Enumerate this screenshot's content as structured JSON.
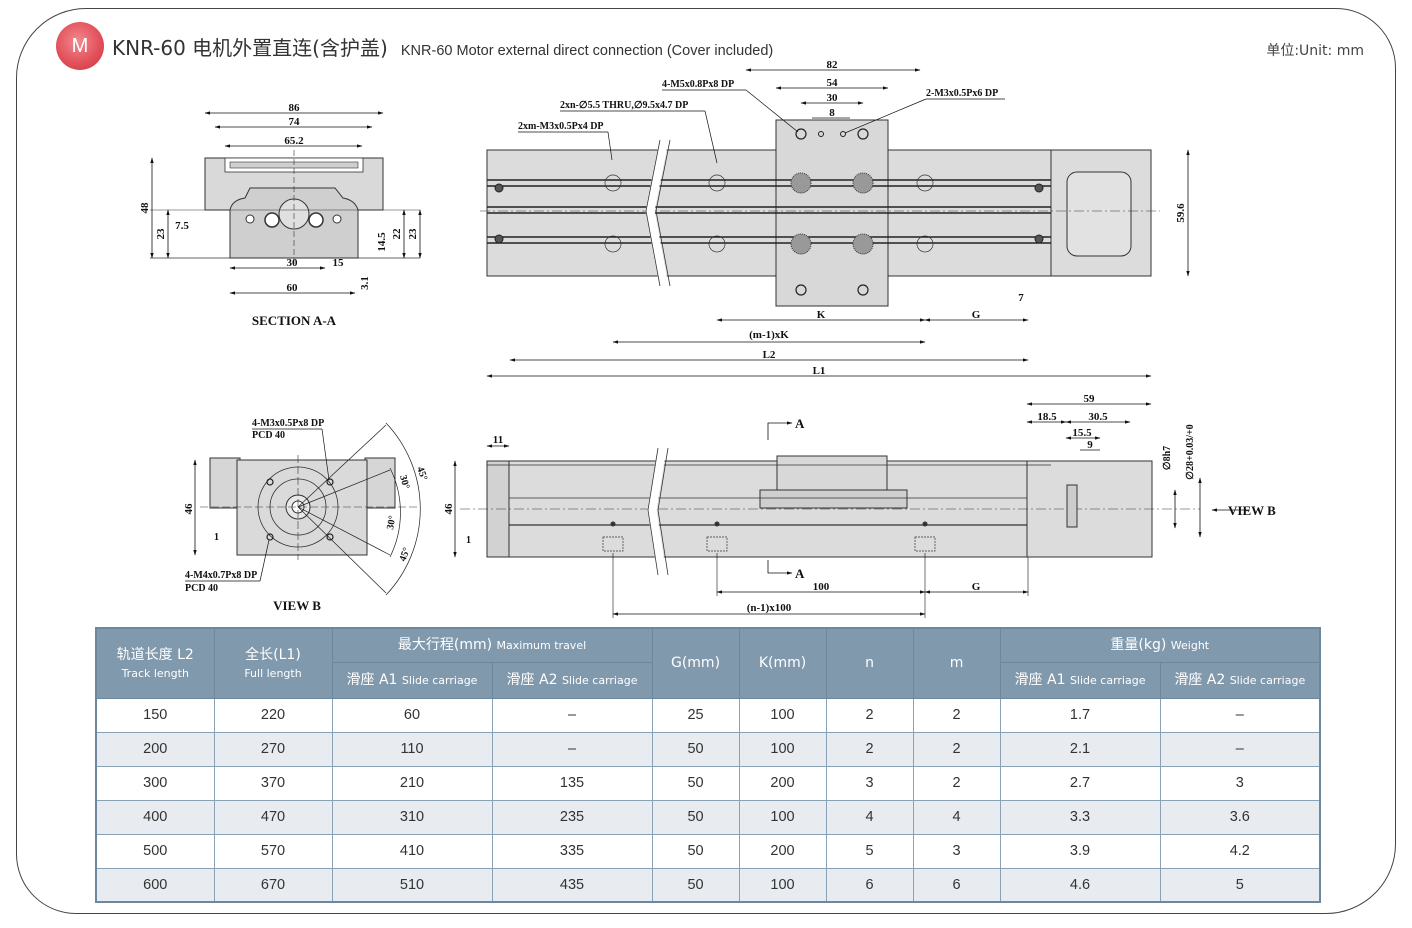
{
  "header": {
    "badge": "M",
    "title_zh": "KNR-60 电机外置直连(含护盖)",
    "title_en": "KNR-60 Motor  external direct connection (Cover included)",
    "unit": "单位:Unit: mm",
    "badge_color": "#e3525c"
  },
  "section_aa": {
    "label": "SECTION A-A",
    "dims": [
      "86",
      "74",
      "65.2",
      "48",
      "23",
      "7.5",
      "14.5",
      "22",
      "23",
      "30",
      "15",
      "60",
      "3.1"
    ]
  },
  "top_view": {
    "callouts": [
      "4-M5x0.8Px8 DP",
      "2xn-∅5.5 THRU,∅9.5x4.7 DP",
      "2xm-M3x0.5Px4 DP",
      "2-M3x0.5Px6 DP"
    ],
    "dims": [
      "82",
      "54",
      "30",
      "8",
      "59.6",
      "7",
      "K",
      "G",
      "(m-1)xK",
      "L2",
      "L1"
    ]
  },
  "view_b": {
    "label": "VIEW B",
    "callouts": [
      "4-M3x0.5Px8 DP",
      "PCD 40",
      "4-M4x0.7Px8 DP",
      "PCD 40"
    ],
    "dims": [
      "46",
      "1",
      "45°",
      "30°",
      "30°",
      "45°"
    ]
  },
  "side_view": {
    "dims": [
      "11",
      "46",
      "1",
      "59",
      "18.5",
      "30.5",
      "15.5",
      "9",
      "∅8h7",
      "∅28+0.03/+0",
      "100",
      "G",
      "(n-1)x100"
    ],
    "section_marks": [
      "A",
      "A"
    ],
    "view_b_label": "VIEW B"
  },
  "table": {
    "headers": {
      "track_length_zh": "轨道长度 L2",
      "track_length_en": "Track length",
      "full_length_zh": "全长(L1)",
      "full_length_en": "Full length",
      "max_travel_zh": "最大行程(mm)",
      "max_travel_en": "Maximum travel",
      "slide_a1_zh": "滑座 A1",
      "slide_a2_zh": "滑座 A2",
      "slide_en": "Slide carriage",
      "g": "G(mm)",
      "k": "K(mm)",
      "n": "n",
      "m": "m",
      "weight_zh": "重量(kg)",
      "weight_en": "Weight"
    },
    "rows": [
      {
        "l2": "150",
        "l1": "220",
        "travel_a1": "60",
        "travel_a2": "–",
        "g": "25",
        "k": "100",
        "n": "2",
        "m": "2",
        "weight_a1": "1.7",
        "weight_a2": "–"
      },
      {
        "l2": "200",
        "l1": "270",
        "travel_a1": "110",
        "travel_a2": "–",
        "g": "50",
        "k": "100",
        "n": "2",
        "m": "2",
        "weight_a1": "2.1",
        "weight_a2": "–"
      },
      {
        "l2": "300",
        "l1": "370",
        "travel_a1": "210",
        "travel_a2": "135",
        "g": "50",
        "k": "200",
        "n": "3",
        "m": "2",
        "weight_a1": "2.7",
        "weight_a2": "3"
      },
      {
        "l2": "400",
        "l1": "470",
        "travel_a1": "310",
        "travel_a2": "235",
        "g": "50",
        "k": "100",
        "n": "4",
        "m": "4",
        "weight_a1": "3.3",
        "weight_a2": "3.6"
      },
      {
        "l2": "500",
        "l1": "570",
        "travel_a1": "410",
        "travel_a2": "335",
        "g": "50",
        "k": "200",
        "n": "5",
        "m": "3",
        "weight_a1": "3.9",
        "weight_a2": "4.2"
      },
      {
        "l2": "600",
        "l1": "670",
        "travel_a1": "510",
        "travel_a2": "435",
        "g": "50",
        "k": "100",
        "n": "6",
        "m": "6",
        "weight_a1": "4.6",
        "weight_a2": "5"
      }
    ]
  }
}
